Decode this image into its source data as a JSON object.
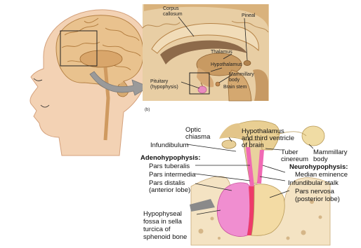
{
  "figure_b": {
    "panel_label": "(b)",
    "labels": {
      "corpus": [
        "Corpus",
        "callosum"
      ],
      "pineal": "Pineal",
      "thalamus": "Thalamus",
      "hypothalamus": "Hypothalamus",
      "pituitary": [
        "Pituitary",
        "(hypophysis)"
      ],
      "mammillary": [
        "Mammillary",
        "body"
      ],
      "brain_stem": "Brain stem"
    }
  },
  "figure_c": {
    "labels": {
      "hypothalamus": [
        "Hypothalamus",
        "and third ventricle",
        "of brain"
      ],
      "optic": [
        "Optic",
        "chiasma"
      ],
      "infundibulum": "Infundibulum",
      "tuber": [
        "Tuber",
        "cinereum"
      ],
      "mammillary": [
        "Mammillary",
        "body"
      ],
      "adeno": "Adenohypophysis:",
      "pars_tuberalis": "Pars tuberalis",
      "pars_intermedia": "Pars intermedia",
      "pars_distalis": [
        "Pars distalis",
        "(anterior lobe)"
      ],
      "neuro": "Neurohypophysis:",
      "median": "Median eminence",
      "stalk": "Infundibular stalk",
      "nervosa": [
        "Pars nervosa",
        "(posterior lobe)"
      ],
      "fossa": [
        "Hypophyseal",
        "fossa in sella",
        "turcica of",
        "sphenoid bone"
      ]
    }
  }
}
